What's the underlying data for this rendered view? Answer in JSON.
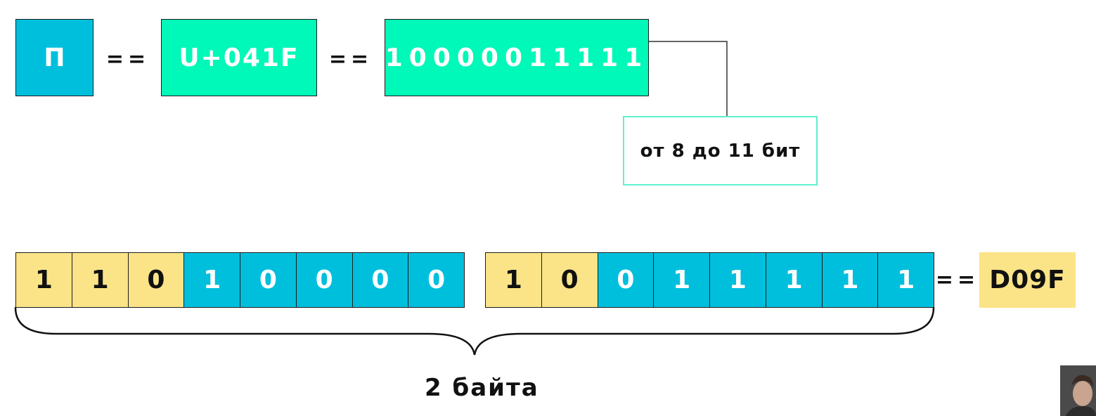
{
  "top_row": {
    "char": "П",
    "eq_1": "==",
    "codepoint": "U+041F",
    "eq_2": "==",
    "binary": "10000011111"
  },
  "note": {
    "text": "от 8 до 11 бит"
  },
  "bytes": {
    "byte1": [
      {
        "bit": "1",
        "kind": "prefix"
      },
      {
        "bit": "1",
        "kind": "prefix"
      },
      {
        "bit": "0",
        "kind": "prefix"
      },
      {
        "bit": "1",
        "kind": "payload"
      },
      {
        "bit": "0",
        "kind": "payload"
      },
      {
        "bit": "0",
        "kind": "payload"
      },
      {
        "bit": "0",
        "kind": "payload"
      },
      {
        "bit": "0",
        "kind": "payload"
      }
    ],
    "byte2": [
      {
        "bit": "1",
        "kind": "prefix"
      },
      {
        "bit": "0",
        "kind": "prefix"
      },
      {
        "bit": "0",
        "kind": "payload"
      },
      {
        "bit": "1",
        "kind": "payload"
      },
      {
        "bit": "1",
        "kind": "payload"
      },
      {
        "bit": "1",
        "kind": "payload"
      },
      {
        "bit": "1",
        "kind": "payload"
      },
      {
        "bit": "1",
        "kind": "payload"
      }
    ],
    "eq": "==",
    "hex": "D09F"
  },
  "caption": "2 байта",
  "colors": {
    "char_box": "#00bfdd",
    "green_box": "#00f8b8",
    "prefix_cell": "#fbe487",
    "payload_cell": "#00bfdd",
    "note_border": "#5ff0cf"
  }
}
